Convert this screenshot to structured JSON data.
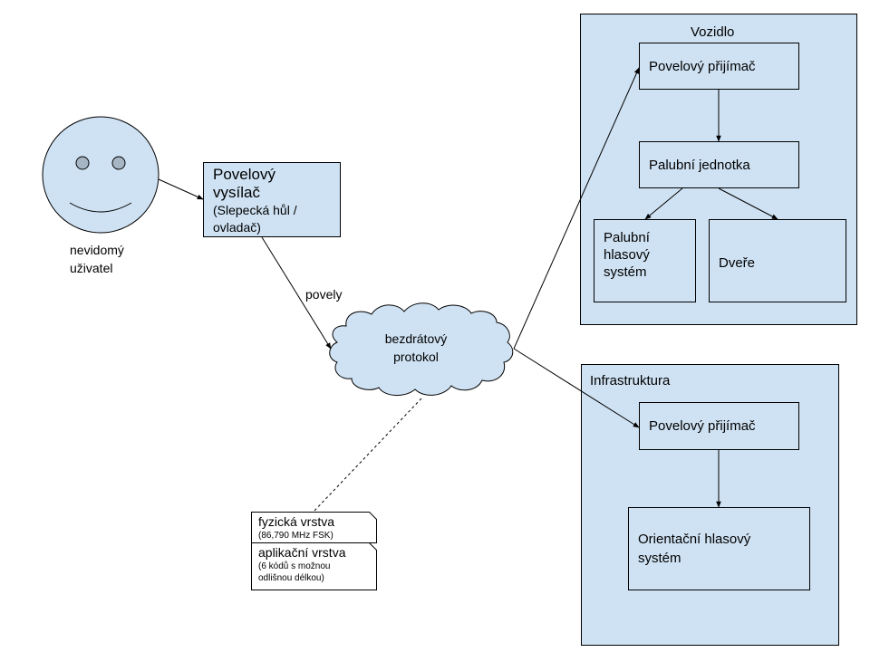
{
  "colors": {
    "fill": "#cfe2f3",
    "eye_fill": "#a7b6c5",
    "stroke": "#000000",
    "background": "#ffffff"
  },
  "user": {
    "icon": "smiley-face-icon",
    "label_line1": "nevidomý",
    "label_line2": "uživatel"
  },
  "transmitter": {
    "title_line1": "Povelový",
    "title_line2": "vysílač",
    "subtitle_line1": "(Slepecká hůl /",
    "subtitle_line2": "ovladač)"
  },
  "edge_label_commands": "povely",
  "cloud": {
    "icon": "cloud-icon",
    "label_line1": "bezdrátový",
    "label_line2": "protokol"
  },
  "notes": [
    {
      "title": "fyzická vrstva",
      "detail_lines": [
        "(86,790 MHz FSK)"
      ]
    },
    {
      "title": "aplikační vrstva",
      "detail_lines": [
        "(6 kódů s možnou",
        "odlišnou délkou)"
      ]
    }
  ],
  "vehicle": {
    "title": "Vozidlo",
    "receiver": "Povelový přijímač",
    "onboard_unit": "Palubní jednotka",
    "voice_system_line1": "Palubní",
    "voice_system_line2": "hlasový",
    "voice_system_line3": "systém",
    "doors": "Dveře"
  },
  "infrastructure": {
    "title": "Infrastruktura",
    "receiver": "Povelový přijímač",
    "orientation_line1": "Orientační hlasový",
    "orientation_line2": "systém"
  }
}
